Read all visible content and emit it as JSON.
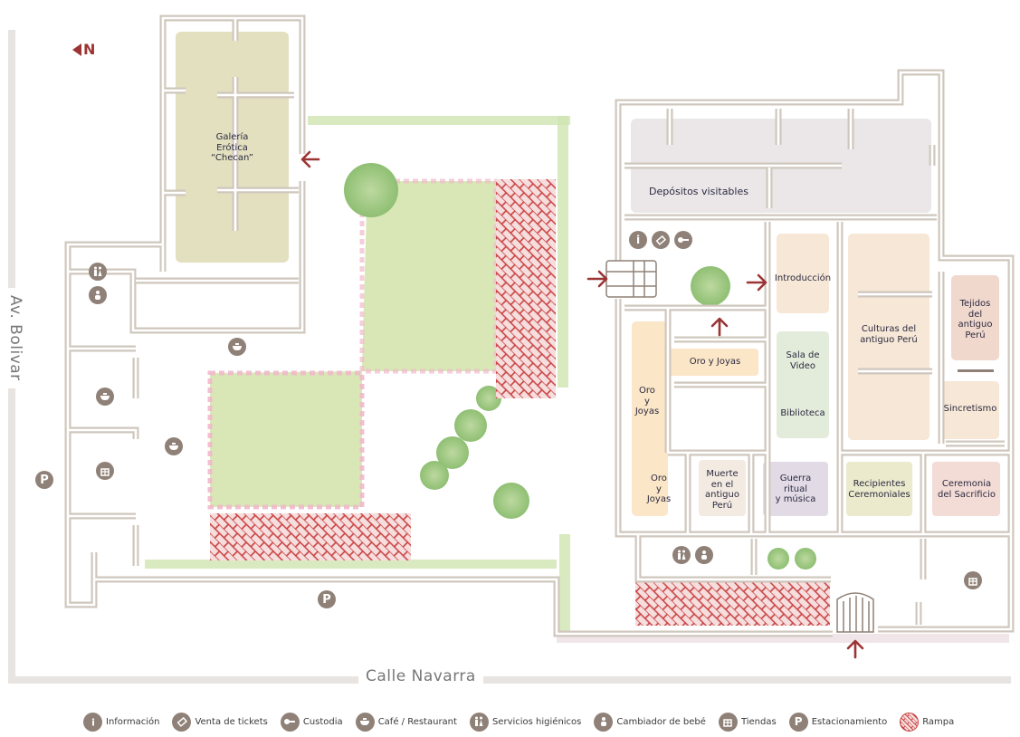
{
  "north_label": "N",
  "streets": {
    "av_bolivar": "Av. Bolivar",
    "calle_navarra": "Calle Navarra"
  },
  "rooms": {
    "galeria": "Galería\nErótica\n“Checan”",
    "depositos": "Depósitos visitables",
    "introduccion": "Introducción",
    "culturas": "Culturas del\nantiguo Perú",
    "tejidos": "Tejidos\ndel\nantiguo\nPerú",
    "sincretismo": "Sincretismo",
    "oro_joyas_top": "Oro y Joyas",
    "oro_joyas_left1": "Oro\ny\nJoyas",
    "oro_joyas_left2": "Oro\ny\nJoyas",
    "sala_video": "Sala de\nVideo",
    "biblioteca": "Biblioteca",
    "muerte": "Muerte\nen el\nantiguo\nPerú",
    "guerra": "Guerra\nritual\ny música",
    "recipientes": "Recipientes\nCeremoniales",
    "ceremonia": "Ceremonia\ndel Sacrificio"
  },
  "legend": [
    {
      "icon": "info-icon",
      "label": "Información"
    },
    {
      "icon": "ticket-icon",
      "label": "Venta de tickets"
    },
    {
      "icon": "key-icon",
      "label": "Custodia"
    },
    {
      "icon": "cafe-icon",
      "label": "Café / Restaurant"
    },
    {
      "icon": "restroom-icon",
      "label": "Servicios higiénicos"
    },
    {
      "icon": "baby-icon",
      "label": "Cambiador de bebé"
    },
    {
      "icon": "gift-icon",
      "label": "Tiendas"
    },
    {
      "icon": "parking-icon",
      "label": "Estacionamiento"
    },
    {
      "icon": "ramp-icon",
      "label": "Rampa"
    }
  ],
  "parking_symbol": "P",
  "colors": {
    "wall": "#cfc7bd",
    "garden": "#d8e7b5",
    "ramp": "#c94040",
    "arrow": "#9c3434",
    "galeria": "#e2e0bf",
    "depositos": "#ebe7e8",
    "peach": "#f6e7d6",
    "oro": "#fbe6c7",
    "tejidos": "#f1d8cd",
    "green_room": "#e3ecdb",
    "lavender": "#e2dbe6",
    "olive": "#ebeacd",
    "pink": "#f3dbd6",
    "icon": "#8f8177"
  }
}
